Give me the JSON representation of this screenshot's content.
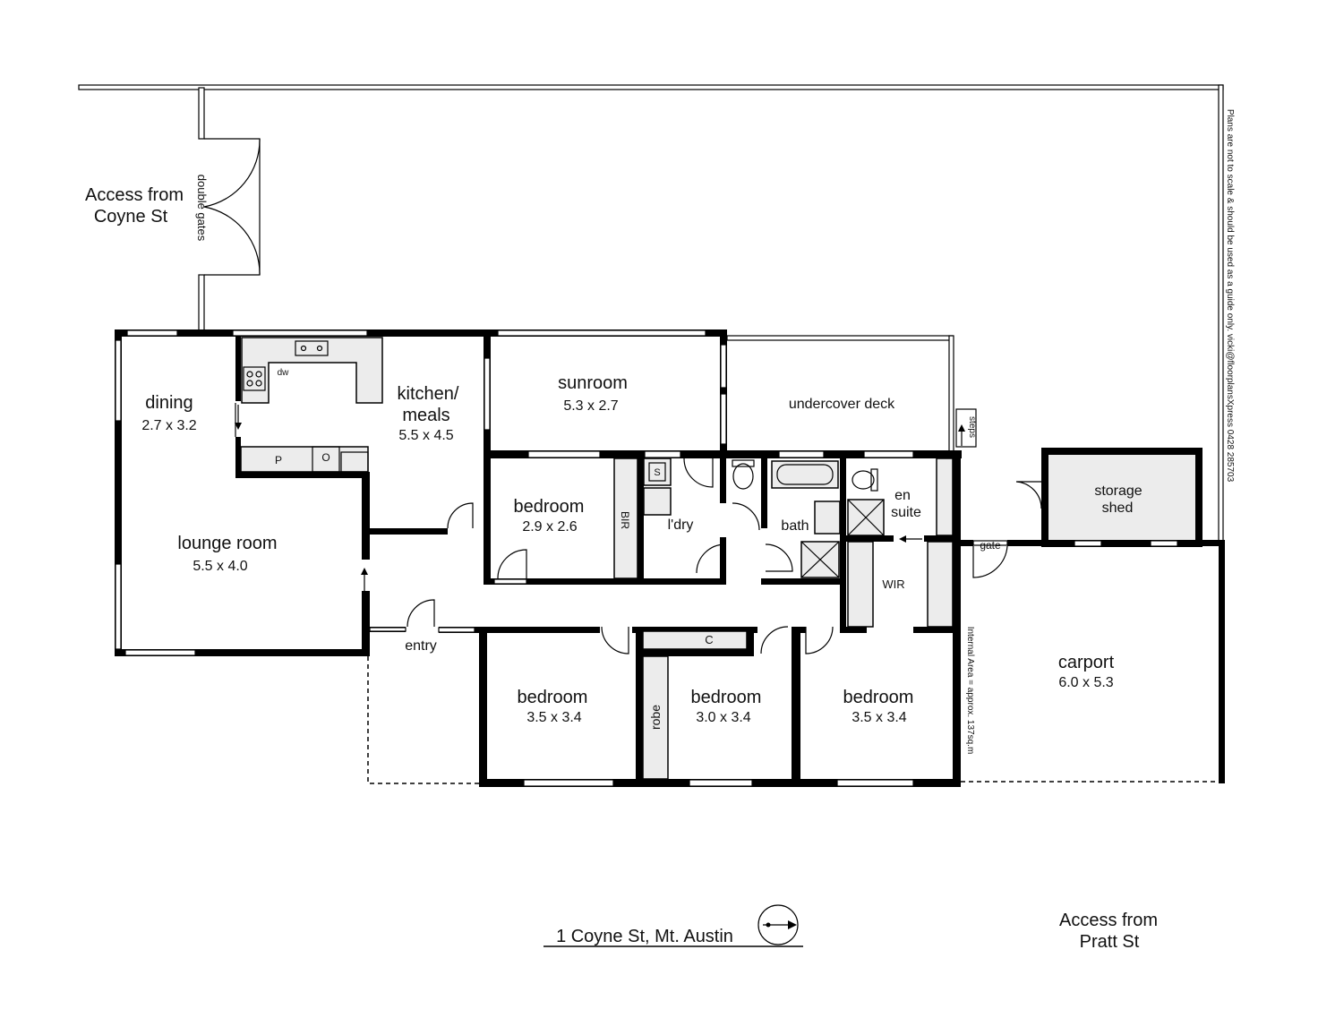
{
  "title": "1 Coyne St, Mt. Austin",
  "access": {
    "coyne_line1": "Access from",
    "coyne_line2": "Coyne St",
    "pratt_line1": "Access from",
    "pratt_line2": "Pratt St"
  },
  "double_gates": "double gates",
  "side_note": "Plans are not to scale & should be used as a guide only.   vicki@floorplansXpress   0428 285703",
  "internal_area": "Internal Area = approx. 137sq.m",
  "rooms": {
    "dining": {
      "name": "dining",
      "size": "2.7 x 3.2"
    },
    "kitchen": {
      "name1": "kitchen/",
      "name2": "meals",
      "size": "5.5 x 4.5"
    },
    "sunroom": {
      "name": "sunroom",
      "size": "5.3 x 2.7"
    },
    "deck": {
      "name": "undercover deck"
    },
    "lounge": {
      "name": "lounge room",
      "size": "5.5 x 4.0"
    },
    "bed_bir": {
      "name": "bedroom",
      "size": "2.9 x 2.6"
    },
    "bed1": {
      "name": "bedroom",
      "size": "3.5 x 3.4"
    },
    "bed2": {
      "name": "bedroom",
      "size": "3.0 x 3.4"
    },
    "bed3": {
      "name": "bedroom",
      "size": "3.5 x 3.4"
    },
    "carport": {
      "name": "carport",
      "size": "6.0 x 5.3"
    },
    "storage": {
      "name1": "storage",
      "name2": "shed"
    }
  },
  "labels": {
    "bir": "BIR",
    "ldry": "l'dry",
    "bath": "bath",
    "ensuite1": "en",
    "ensuite2": "suite",
    "wir": "WIR",
    "entry": "entry",
    "robe": "robe",
    "c": "C",
    "gate": "gate",
    "steps": "steps",
    "dw": "dw",
    "p": "P",
    "o": "O",
    "s": "S"
  }
}
